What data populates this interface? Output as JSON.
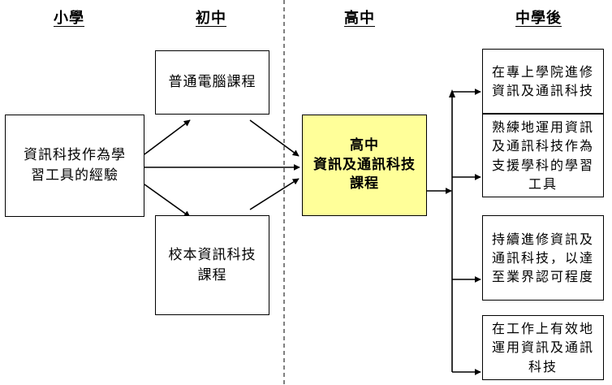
{
  "headers": {
    "primary": "小學",
    "junior": "初中",
    "senior": "高中",
    "post": "中學後"
  },
  "boxes": {
    "primary_experience": "資訊科技作為學習工具的經驗",
    "junior_general": "普通電腦課程",
    "junior_school_based": "校本資訊科技課程",
    "senior_line1": "高中",
    "senior_line2": "資訊及通訊科技課程",
    "post_1": "在專上學院進修資訊及通訊科技",
    "post_2": "熟練地運用資訊及通訊科技作為支援學科的學習工具",
    "post_3": "持續進修資訊及通訊科技，以達至業界認可程度",
    "post_4": "在工作上有效地運用資訊及通訊科技"
  },
  "colors": {
    "highlight": "#ffff99",
    "stroke": "#000000"
  }
}
